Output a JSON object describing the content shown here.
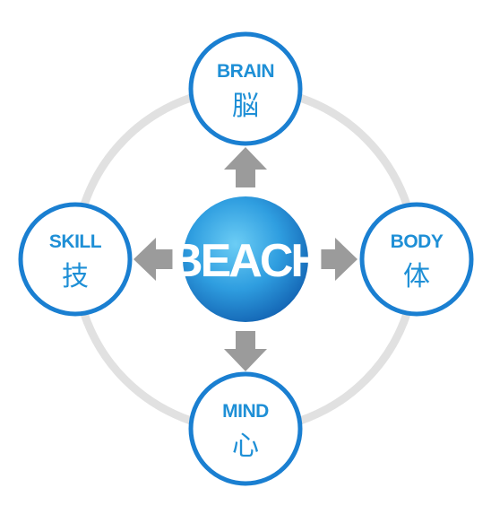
{
  "center": {
    "label": "BEACH"
  },
  "nodes": [
    {
      "id": "brain",
      "label": "BRAIN",
      "kanji": "脳"
    },
    {
      "id": "body",
      "label": "BODY",
      "kanji": "体"
    },
    {
      "id": "mind",
      "label": "MIND",
      "kanji": "心"
    },
    {
      "id": "skill",
      "label": "SKILL",
      "kanji": "技"
    }
  ],
  "colors": {
    "accent": "#1a7fd1",
    "node_border": "#1a7fd1",
    "node_text": "#1e8fd6",
    "center_light": "#5ec4f2",
    "center_dark": "#1570bf",
    "arrow": "#9b9b9b",
    "ring": "#e1e1e1"
  }
}
